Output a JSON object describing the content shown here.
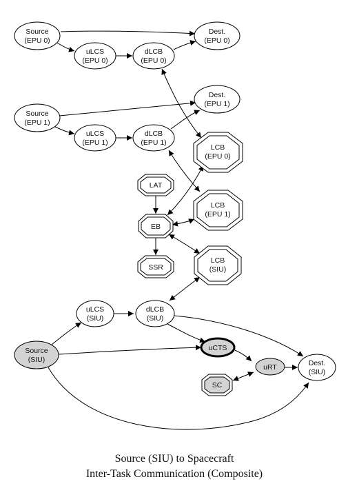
{
  "caption": {
    "line1": "Source (SIU) to Spacecraft",
    "line2": "Inter-Task Communication (Composite)"
  },
  "colors": {
    "stroke": "#000000",
    "highlight_fill": "#d3d3d3",
    "background": "#ffffff"
  },
  "nodes": {
    "src0": [
      "Source",
      "(EPU 0)"
    ],
    "dest0": [
      "Dest.",
      "(EPU 0)"
    ],
    "ulcs0": [
      "uLCS",
      "(EPU 0)"
    ],
    "dlcb0": [
      "dLCB",
      "(EPU 0)"
    ],
    "src1": [
      "Source",
      "(EPU 1)"
    ],
    "dest1": [
      "Dest.",
      "(EPU 1)"
    ],
    "ulcs1": [
      "uLCS",
      "(EPU 1)"
    ],
    "dlcb1": [
      "dLCB",
      "(EPU 1)"
    ],
    "lcb0": [
      "LCB",
      "(EPU 0)"
    ],
    "lat": [
      "LAT"
    ],
    "lcb1": [
      "LCB",
      "(EPU 1)"
    ],
    "eb": [
      "EB"
    ],
    "ssr": [
      "SSR"
    ],
    "lcbsiu": [
      "LCB",
      "(SIU)"
    ],
    "ulcssiu": [
      "uLCS",
      "(SIU)"
    ],
    "dlcbsiu": [
      "dLCB",
      "(SIU)"
    ],
    "srcsiu": [
      "Source",
      "(SIU)"
    ],
    "ucts": [
      "uCTS"
    ],
    "urt": [
      "uRT"
    ],
    "destsiu": [
      "Dest.",
      "(SIU)"
    ],
    "sc": [
      "SC"
    ]
  }
}
